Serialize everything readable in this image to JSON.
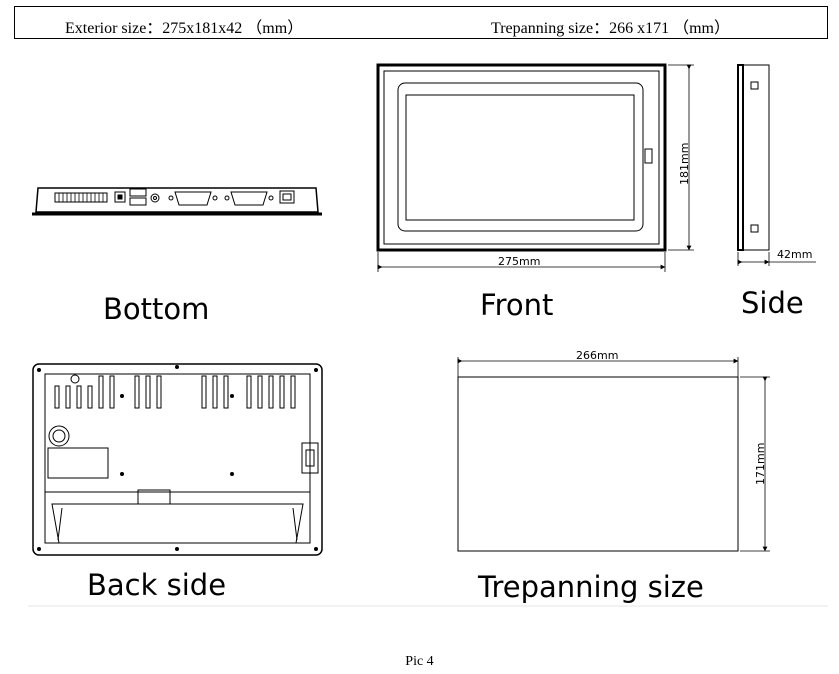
{
  "header": {
    "exterior": "Exterior size：275x181x42 （mm）",
    "trepanning": "Trepanning size：266 x171 （mm）"
  },
  "views": {
    "bottom": "Bottom",
    "front": "Front",
    "side": "Side",
    "back": "Back side",
    "trepanning": "Trepanning size"
  },
  "dimensions": {
    "front_width": "275mm",
    "front_height": "181mm",
    "side_depth": "42mm",
    "cutout_width": "266mm",
    "cutout_height": "171mm"
  },
  "caption": "Pic 4"
}
